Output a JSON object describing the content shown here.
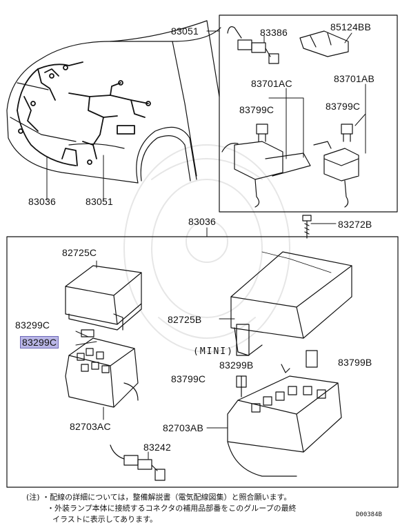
{
  "labels": {
    "p83051_top": "83051",
    "p83386": "83386",
    "p85124bb": "85124BB",
    "p83701ac": "83701AC",
    "p83701ab": "83701AB",
    "p83799c_a": "83799C",
    "p83799c_b": "83799C",
    "p83036_car": "83036",
    "p83051_car": "83051",
    "p83036_box": "83036",
    "p83272b": "83272B",
    "p82725c": "82725C",
    "p82725b": "82725B",
    "p83299c_1": "83299C",
    "p83299c_2": "83299C",
    "mini": "(MINI)",
    "p83299b": "83299B",
    "p83799b": "83799B",
    "p83799c_c": "83799C",
    "p82703ac": "82703AC",
    "p82703ab": "82703AB",
    "p83242": "83242"
  },
  "highlight_color": "#b9b6e6",
  "notes": {
    "line1": "(注) ・配線の詳細については，整備解説書（電気配線図集）と照合願います。",
    "line2": "・外装ランプ本体に接続するコネクタの補用品部番をこのグループの最終",
    "line3": "イラストに表示してあります。"
  },
  "diagram_code": "D00384B"
}
